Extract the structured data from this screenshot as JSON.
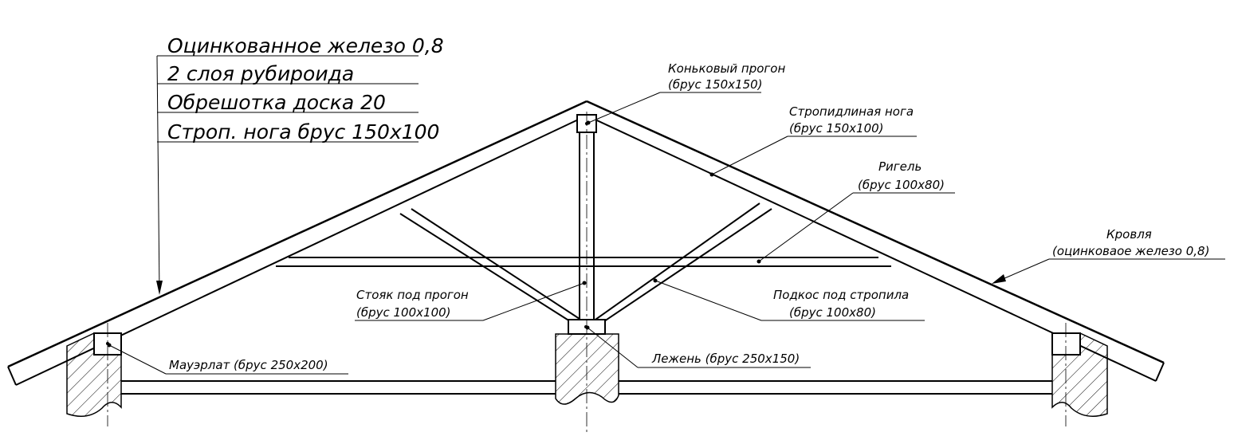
{
  "layer_stack": [
    "Оцинкованное железо 0,8",
    "2 слоя рубироида",
    "Обрешотка доска 20",
    "Строп. нога брус 150х100"
  ],
  "labels": {
    "ridge_purlin": {
      "name": "Коньковый прогон",
      "spec": "(брус 150х150)"
    },
    "rafter": {
      "name": "Стропидлиная нога",
      "spec": "(брус 150х100)"
    },
    "crossbar": {
      "name": "Ригель",
      "spec": "(брус 100х80)"
    },
    "roofing": {
      "name": "Кровля",
      "spec": "(оцинковаое железо 0,8)"
    },
    "post": {
      "name": "Стояк под прогон",
      "spec": "(брус 100х100)"
    },
    "strut": {
      "name": "Подкос под стропила",
      "spec": "(брус 100х80)"
    },
    "wall_plate": {
      "text": "Мауэрлат (брус 250х200)"
    },
    "sill": {
      "text": "Лежень (брус 250х150)"
    }
  }
}
